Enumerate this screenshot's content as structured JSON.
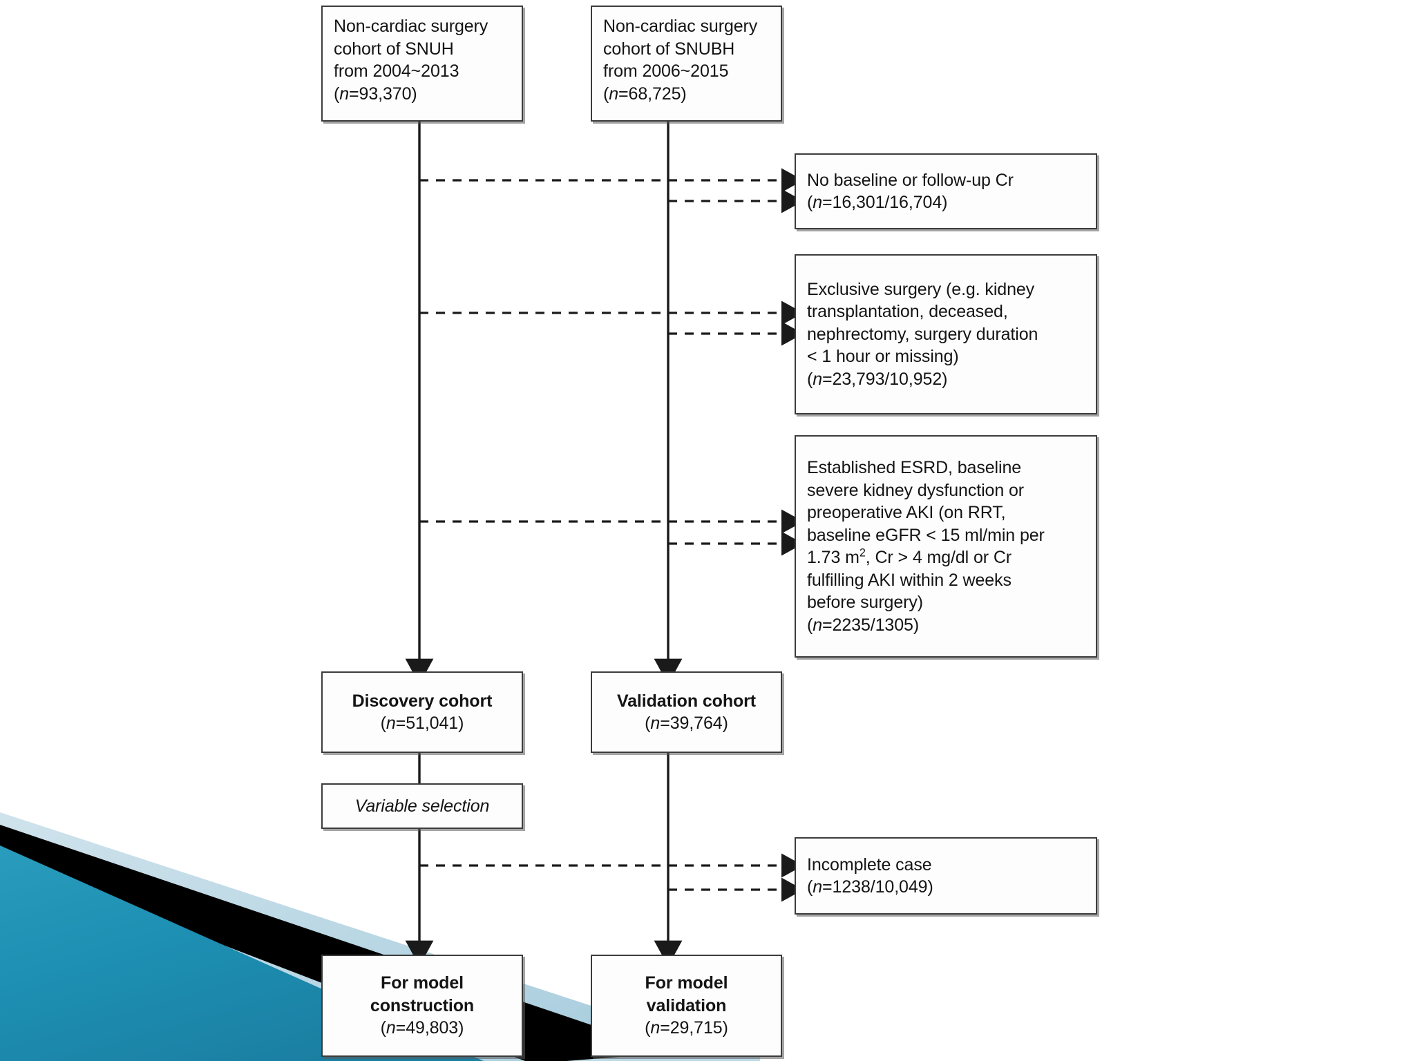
{
  "figure": {
    "type": "flowchart",
    "title": "Study cohort flow diagram",
    "style": {
      "box_border_color": "#3c3c3c",
      "box_fill": "#fdfdfd",
      "text_color": "#141414",
      "connector_color": "#1a1a1a",
      "deco_teal": "#1f93b5",
      "deco_teal_dark": "#17809f",
      "deco_pale_blue": "#c3dce6",
      "deco_black": "#000000"
    }
  },
  "nodes": {
    "source_snuh": {
      "line1": "Non-cardiac surgery",
      "line2": "cohort of SNUH",
      "line3": "from 2004~2013",
      "n_prefix": "(",
      "n_italic": "n",
      "n_value": "=93,370)"
    },
    "source_snubh": {
      "line1": "Non-cardiac surgery",
      "line2": "cohort of SNUBH",
      "line3": "from 2006~2015",
      "n_prefix": "(",
      "n_italic": "n",
      "n_value": "=68,725)"
    },
    "exclusion_1": {
      "line1": "No baseline or follow-up Cr",
      "n_prefix": "(",
      "n_italic": "n",
      "n_value": "=16,301/16,704)"
    },
    "exclusion_2": {
      "line1": "Exclusive surgery (e.g. kidney",
      "line2": "transplantation, deceased,",
      "line3": "nephrectomy, surgery duration",
      "line4": "< 1 hour or missing)",
      "n_prefix": "(",
      "n_italic": "n",
      "n_value": "=23,793/10,952)"
    },
    "exclusion_3": {
      "line1": "Established ESRD, baseline",
      "line2": "severe kidney dysfunction or",
      "line3": "preoperative AKI (on RRT,",
      "line4": "baseline eGFR < 15 ml/min per",
      "line5a": "1.73 m",
      "line5sup": "2",
      "line5b": ", Cr > 4 mg/dl or Cr",
      "line6": "fulfilling AKI within 2 weeks",
      "line7": "before surgery)",
      "n_prefix": "(",
      "n_italic": "n",
      "n_value": "=2235/1305)"
    },
    "discovery_cohort": {
      "label": "Discovery cohort",
      "n_prefix": "(",
      "n_italic": "n",
      "n_value": "=51,041)"
    },
    "validation_cohort": {
      "label": "Validation cohort",
      "n_prefix": "(",
      "n_italic": "n",
      "n_value": "=39,764)"
    },
    "variable_selection": {
      "label": "Variable selection"
    },
    "exclusion_4": {
      "line1": "Incomplete case",
      "n_prefix": "(",
      "n_italic": "n",
      "n_value": "=1238/10,049)"
    },
    "model_construction": {
      "line1": "For model",
      "line2": "construction",
      "n_prefix": "(",
      "n_italic": "n",
      "n_value": "=49,803)"
    },
    "model_validation": {
      "line1": "For model",
      "line2": "validation",
      "n_prefix": "(",
      "n_italic": "n",
      "n_value": "=29,715)"
    }
  },
  "chart_data": {
    "type": "flowchart",
    "title": "Non-cardiac surgery cohort selection flow",
    "cohorts": [
      {
        "name": "SNUH (discovery source)",
        "years": "2004~2013",
        "n": 93370
      },
      {
        "name": "SNUBH (validation source)",
        "years": "2006~2015",
        "n": 68725
      }
    ],
    "exclusions": [
      {
        "reason": "No baseline or follow-up Cr",
        "discovery_n": 16301,
        "validation_n": 16704
      },
      {
        "reason": "Exclusive surgery (e.g. kidney transplantation, deceased, nephrectomy, surgery duration < 1 hour or missing)",
        "discovery_n": 23793,
        "validation_n": 10952
      },
      {
        "reason": "Established ESRD, baseline severe kidney dysfunction or preoperative AKI (on RRT, baseline eGFR < 15 ml/min per 1.73 m2, Cr > 4 mg/dl or Cr fulfilling AKI within 2 weeks before surgery)",
        "discovery_n": 2235,
        "validation_n": 1305
      },
      {
        "reason": "Incomplete case",
        "discovery_n": 1238,
        "validation_n": 10049
      }
    ],
    "intermediate": [
      {
        "name": "Discovery cohort",
        "n": 51041
      },
      {
        "name": "Validation cohort",
        "n": 39764
      }
    ],
    "processes": [
      "Variable selection"
    ],
    "final": [
      {
        "name": "For model construction",
        "n": 49803
      },
      {
        "name": "For model validation",
        "n": 29715
      }
    ]
  }
}
